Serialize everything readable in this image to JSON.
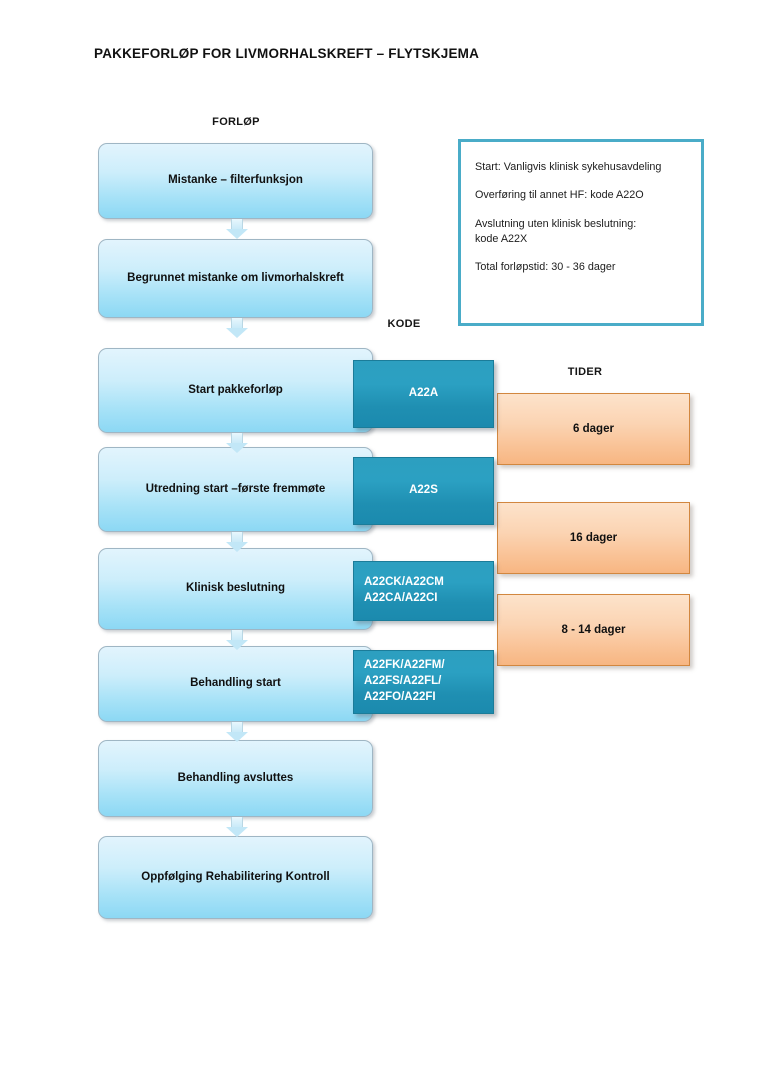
{
  "page": {
    "title": "PAKKEFORLØP FOR LIVMORHALSKREFT – FLYTSKJEMA",
    "background": "#ffffff"
  },
  "colors": {
    "flow_box_top": "#e2f4fd",
    "flow_box_bottom": "#8cd8f4",
    "flow_box_border": "#9fb6c4",
    "code_badge_fill": "#2ba0c2",
    "code_badge_border": "#1b7c99",
    "code_badge_text": "#ffffff",
    "time_box_top": "#fde3cb",
    "time_box_bottom": "#f7b682",
    "time_box_border": "#d2873f",
    "info_box_border": "#4aacc8",
    "arrow_fill": "#c2e7f7",
    "text": "#101010"
  },
  "columns": {
    "flow_header": "FORLØP",
    "code_header": "KODE",
    "time_header": "TIDER"
  },
  "flow_steps": [
    {
      "label": "Mistanke – filterfunksjon"
    },
    {
      "label": "Begrunnet mistanke om livmorhalskreft"
    },
    {
      "label": "Start pakkeforløp"
    },
    {
      "label": "Utredning start –første fremmøte"
    },
    {
      "label": "Klinisk beslutning"
    },
    {
      "label": "Behandling start"
    },
    {
      "label": "Behandling avsluttes"
    },
    {
      "label": "Oppfølging\nRehabilitering\nKontroll"
    }
  ],
  "codes": [
    {
      "label": "A22A"
    },
    {
      "label": "A22S"
    },
    {
      "label": "A22CK/A22CM\nA22CA/A22CI"
    },
    {
      "label": "A22FK/A22FM/\nA22FS/A22FL/\nA22FO/A22FI"
    }
  ],
  "times": [
    {
      "label": "6 dager"
    },
    {
      "label": "16 dager"
    },
    {
      "label": "8 - 14 dager"
    }
  ],
  "info_box": {
    "lines": [
      "Start: Vanligvis klinisk sykehusavdeling",
      "Overføring til annet HF: kode A22O",
      "Avslutning uten klinisk beslutning:\nkode A22X",
      "Total forløpstid: 30 - 36 dager"
    ]
  }
}
